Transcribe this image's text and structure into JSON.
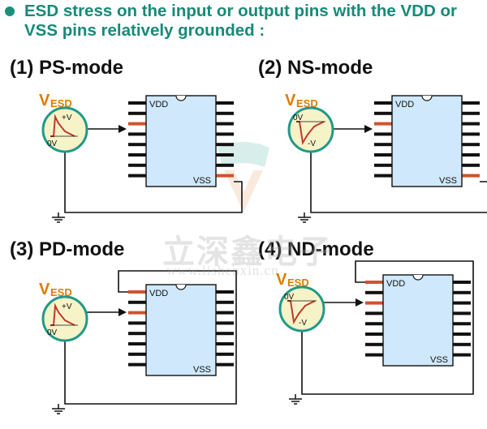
{
  "header": {
    "text": "ESD stress on the input or output pins with the VDD or VSS pins relatively grounded :"
  },
  "watermark": {
    "chinese": "立深鑫电子",
    "url": "www.lishenxin.cn"
  },
  "panels": [
    {
      "title": "(1) PS-mode",
      "vesd_main": "V",
      "vesd_sub": "ESD",
      "pulse": "positive",
      "label_top": "+V",
      "label_bottom": "0V",
      "vdd": "VDD",
      "vss": "VSS"
    },
    {
      "title": "(2) NS-mode",
      "vesd_main": "V",
      "vesd_sub": "ESD",
      "pulse": "negative",
      "label_top": "0V",
      "label_bottom": "-V",
      "vdd": "VDD",
      "vss": "VSS"
    },
    {
      "title": "(3) PD-mode",
      "vesd_main": "V",
      "vesd_sub": "ESD",
      "pulse": "positive",
      "label_top": "+V",
      "label_bottom": "0V",
      "vdd": "VDD",
      "vss": "VSS"
    },
    {
      "title": "(4) ND-mode",
      "vesd_main": "V",
      "vesd_sub": "ESD",
      "pulse": "negative",
      "label_top": "0V",
      "label_bottom": "-V",
      "vdd": "VDD",
      "vss": "VSS"
    }
  ],
  "colors": {
    "accent": "#168a78",
    "chip_fill": "#cfe8fb",
    "stress_pin": "#d2522d",
    "vesd_text": "#e07b00",
    "source_fill": "#f7f3c8",
    "source_ring": "#1f9a88"
  }
}
